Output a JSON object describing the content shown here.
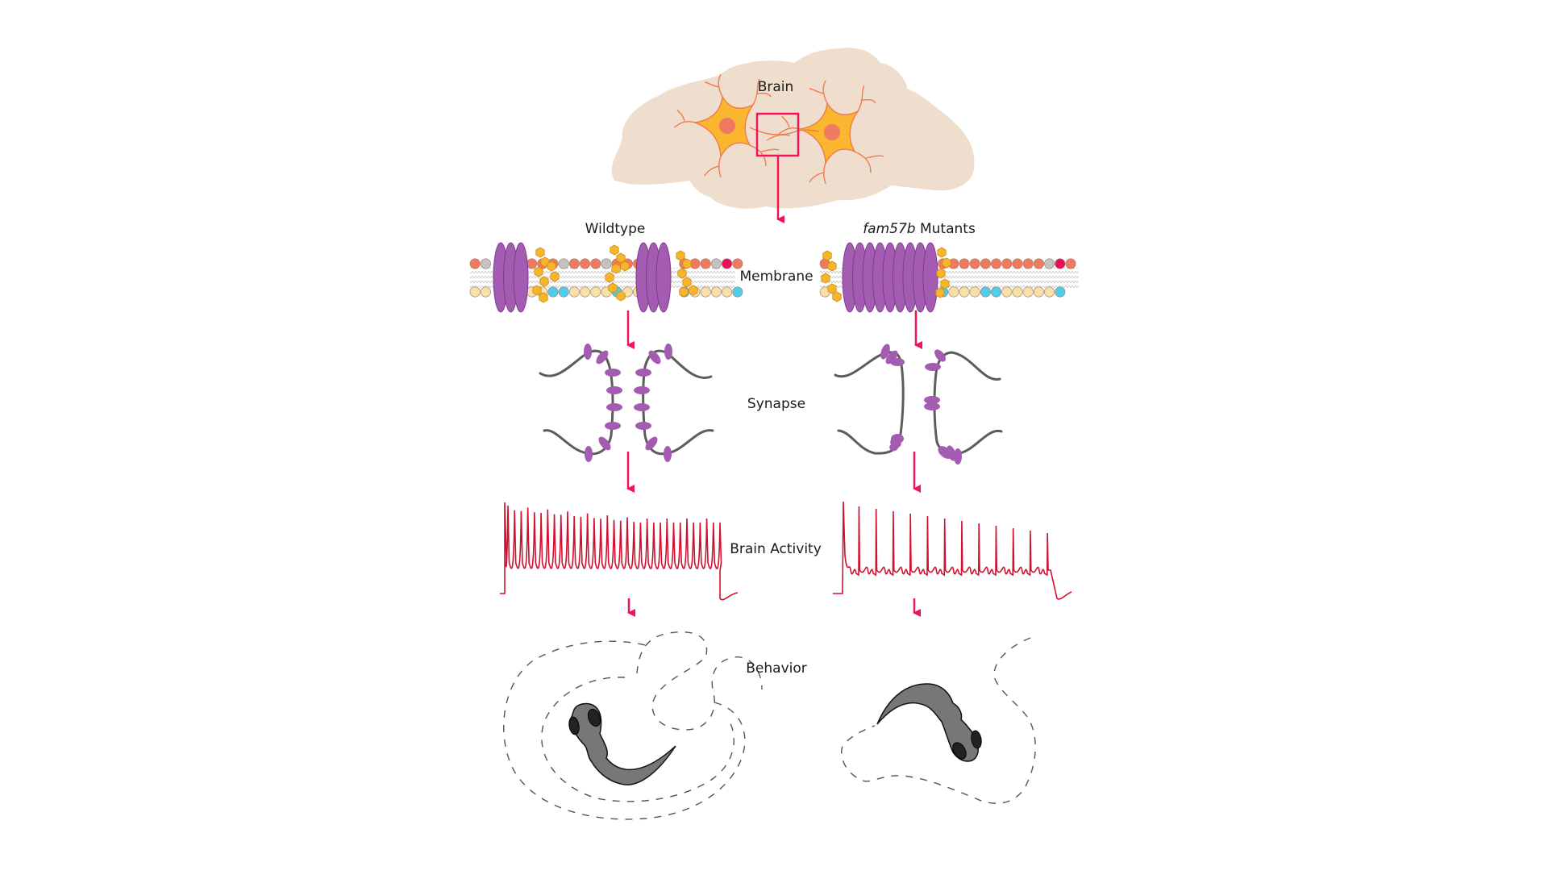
{
  "title": "Brain",
  "colors": {
    "brain_fill": "#efdecd",
    "neuron_fill": "#fbb630",
    "neuron_stroke": "#f07a4e",
    "nucleus": "#ee7a62",
    "accent_red": "#f0145a",
    "protein_fill": "#a35cb2",
    "protein_stroke": "#7b3e8d",
    "cholesterol": "#f7b52c",
    "head_salmon": "#ef7a5e",
    "head_grey": "#c3c3c3",
    "head_crimson": "#ea0e58",
    "head_cream": "#f9dfa8",
    "head_cyan": "#4fcdea",
    "trace": "#d0102e",
    "synapse_line": "#5c5c5c",
    "fish_body": "#777777",
    "fish_eye": "#222222",
    "path_dash": "#555555"
  },
  "labels": {
    "brain": "Brain",
    "wildtype": "Wildtype",
    "mutant_gene": "fam57b",
    "mutant_suffix": " Mutants",
    "membrane": "Membrane",
    "synapse": "Synapse",
    "brain_activity": "Brain Activity",
    "behavior": "Behavior"
  },
  "membrane": {
    "wildtype": {
      "top_heads": [
        "salmon",
        "grey",
        "P",
        "salmon",
        "salmon",
        "salmon",
        "grey",
        "salmon",
        "salmon",
        "salmon",
        "grey",
        "salmon",
        "salmon",
        "salmon",
        "P",
        "salmon",
        "salmon",
        "salmon",
        "grey",
        "crimson",
        "salmon"
      ],
      "bottom_heads": [
        "cream",
        "cream",
        "P",
        "cream",
        "cream",
        "cyan",
        "cyan",
        "cream",
        "cream",
        "cream",
        "cream",
        "cyan",
        "cream",
        "cream",
        "P",
        "cyan",
        "cream",
        "cream",
        "cream",
        "cream",
        "cyan"
      ],
      "protein_clusters": [
        3,
        3
      ]
    },
    "mutant": {
      "top_heads": [
        "salmon",
        "P",
        "salmon",
        "salmon",
        "salmon",
        "salmon",
        "salmon",
        "salmon",
        "salmon",
        "salmon",
        "salmon",
        "salmon",
        "salmon",
        "grey",
        "crimson",
        "salmon"
      ],
      "bottom_heads": [
        "cream",
        "P",
        "cream",
        "cyan",
        "cream",
        "cream",
        "cream",
        "cyan",
        "cyan",
        "cream",
        "cream",
        "cream",
        "cream",
        "cream",
        "cyan"
      ],
      "protein_clusters": [
        9
      ]
    }
  },
  "activity": {
    "wildtype_spike_count": 33,
    "mutant_large_spike_count": 12
  }
}
